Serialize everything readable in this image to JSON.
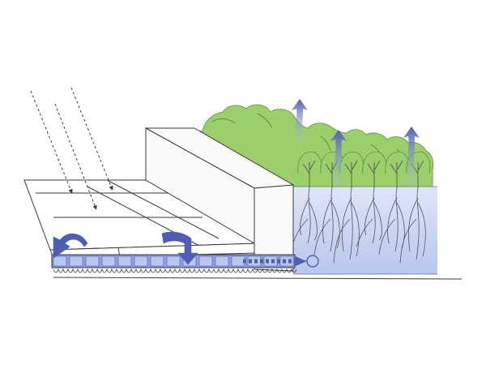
{
  "diagram": {
    "subject": "permeable-paving-stormwater-section",
    "colors": {
      "background": "#ffffff",
      "line": "#3a3a3a",
      "foliage": "#9bcf6a",
      "foliage_edge": "#5f8f3f",
      "water": "#b9c6ee",
      "water_light": "#dfe6f8",
      "water_base": "#8fa0de",
      "arrow": "#4d5fb3",
      "arrow_light": "#b7c1ea",
      "curb": "#fafafa",
      "root": "#555555"
    },
    "icons": {
      "rain": "dashed-diagonal-arrow",
      "runoff": "curved-arrow",
      "infiltration": "down-arrow",
      "transpiration": "up-arrow",
      "pipe": "dashed-pipe-arrow"
    }
  }
}
